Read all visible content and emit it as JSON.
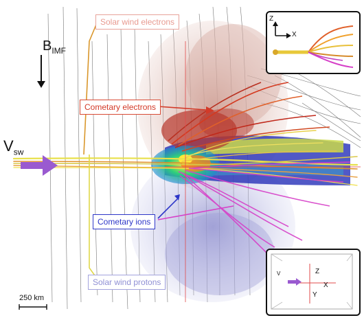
{
  "labels": {
    "solar_wind_electrons": "Solar wind electrons",
    "cometary_electrons": "Cometary electrons",
    "cometary_ions": "Cometary ions",
    "solar_wind_protons": "Solar wind protons",
    "b_imf_main": "B",
    "b_imf_sub": "IMF",
    "v_sw_main": "V",
    "v_sw_sub": "sw",
    "scale": "250 km"
  },
  "axes_top": {
    "z": "Z",
    "x": "X"
  },
  "axes_bottom": {
    "z": "Z",
    "x": "X",
    "y": "Y",
    "v": "V"
  },
  "colors": {
    "solar_wind_electrons": "#e8a29a",
    "cometary_electrons": "#d33a28",
    "cometary_ions": "#2d36c8",
    "solar_wind_protons": "#a3a3dd",
    "flow_yellow": "#e8e04a",
    "flow_orange": "#e0902a",
    "arrow_purple": "#9a5ad0",
    "magenta": "#d640c8"
  }
}
